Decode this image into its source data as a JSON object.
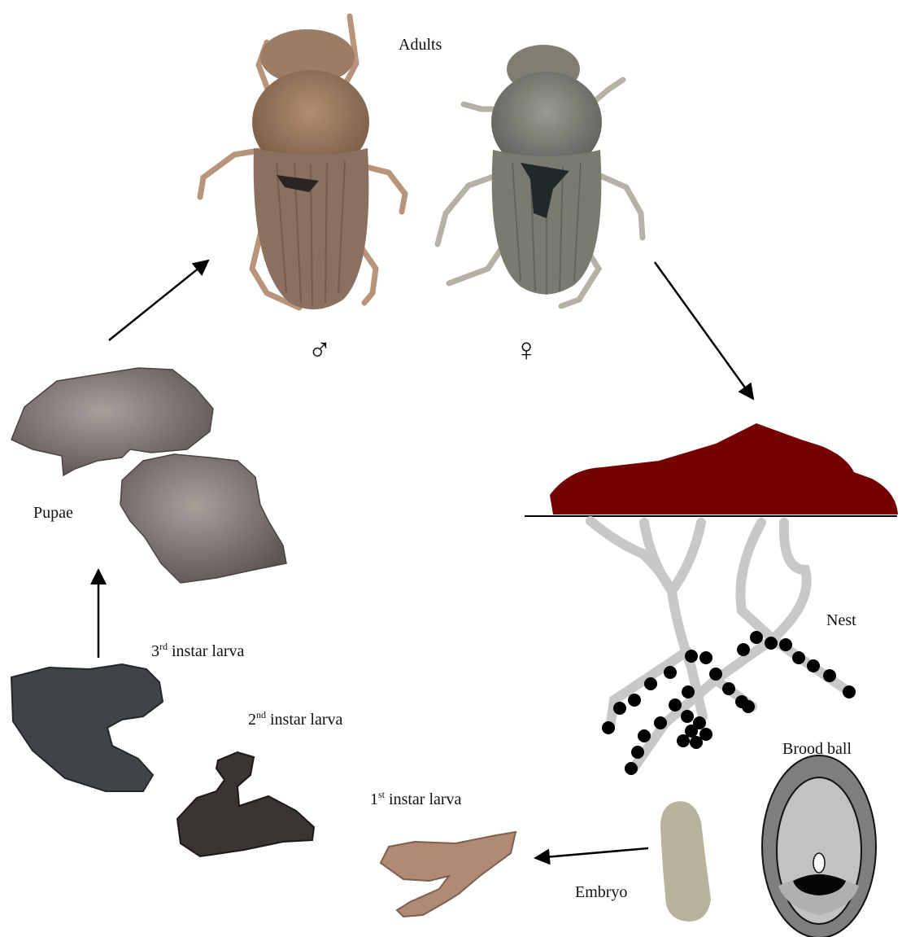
{
  "labels": {
    "adults": "Adults",
    "male_symbol": "♂",
    "female_symbol": "♀",
    "pupae": "Pupae",
    "third_num": "3",
    "third_sup": "rd",
    "third_rest": " instar larva",
    "second_num": "2",
    "second_sup": "nd",
    "second_rest": " instar larva",
    "first_num": "1",
    "first_sup": "st",
    "first_rest": " instar larva",
    "nest": "Nest",
    "brood_ball": "Brood ball",
    "embryo": "Embryo"
  },
  "colors": {
    "dung": "#740000",
    "tunnel": "#c8c8c8",
    "brood_ball_dark": "#7e7e7e",
    "brood_ball_light": "#c2c2c2",
    "beetle_male": "#9a7a62",
    "beetle_female": "#8e8e84",
    "pupa": "#8a7f7c",
    "larva_dark": "#3e4448",
    "larva_first": "#b08a74",
    "embryo": "#b8b39c"
  }
}
